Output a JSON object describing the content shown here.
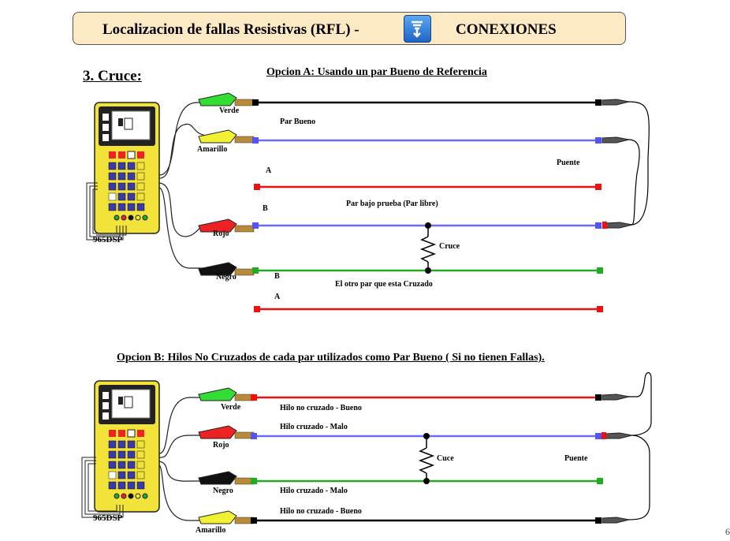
{
  "title": {
    "left": "Localizacion de fallas  Resistivas (RFL) -",
    "right": "CONEXIONES",
    "icon": "filter-icon"
  },
  "section": "3. Cruce:",
  "optionA": {
    "heading": "Opcion A: Usando un par Bueno de Referencia",
    "device": "965DSP",
    "clips": [
      "Verde",
      "Amarillo",
      "Rojo",
      "Negro"
    ],
    "par_bueno": "Par Bueno",
    "puente": "Puente",
    "a1": "A",
    "b1": "B",
    "par_bajo": "Par bajo prueba (Par libre)",
    "cruce": "Cruce",
    "b2": "B",
    "otro_par": "El otro par que esta Cruzado",
    "a2": "A"
  },
  "optionB": {
    "heading": "Opcion B: Hilos No Cruzados  de cada par utilizados como Par Bueno ( Si no tienen  Fallas).",
    "device": "965DSP",
    "clips": [
      "Verde",
      "Rojo",
      "Negro",
      "Amarillo"
    ],
    "wire1": "Hilo no cruzado - Bueno",
    "wire2": "Hilo cruzado - Malo",
    "cruce": "Cuce",
    "puente": "Puente",
    "wire3": "Hilo cruzado - Malo",
    "wire4": "Hilo no cruzado - Bueno"
  },
  "page_number": "6",
  "colors": {
    "green": "#22aa22",
    "blue": "#6a6aff",
    "red": "#ee1111",
    "black": "#000000",
    "yellow": "#e8e020",
    "title_bg": "#fde9c4"
  }
}
